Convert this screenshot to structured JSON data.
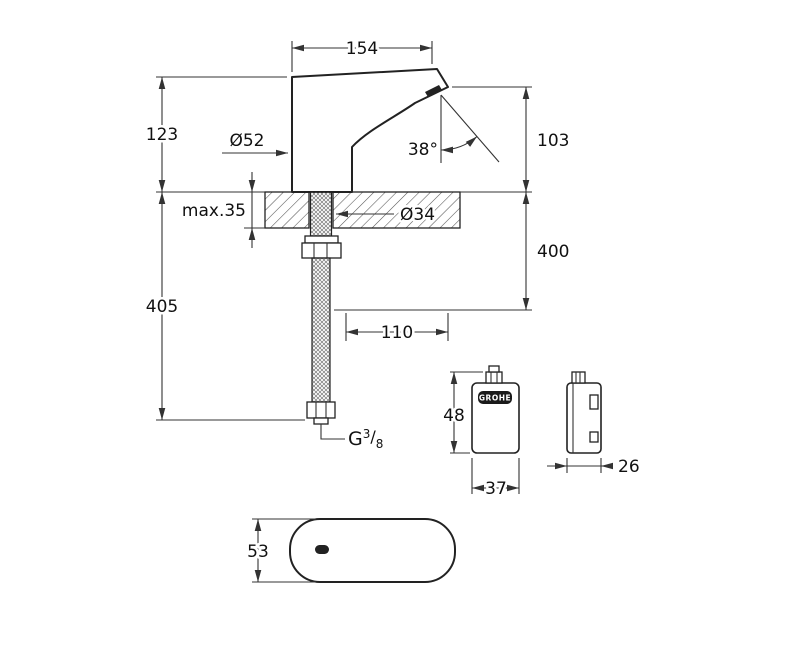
{
  "drawing": {
    "dims": {
      "spout_length": "154",
      "height_above_deck": "123",
      "base_diameter": "Ø52",
      "spray_angle": "38°",
      "outlet_height": "103",
      "deck_thickness_max": "max.35",
      "hole_diameter": "Ø34",
      "supply_length": "400",
      "below_deck_length": "405",
      "hose_offset": "110",
      "box_height": "48",
      "box_width": "37",
      "box_depth": "26",
      "plan_width": "53"
    },
    "thread": {
      "g": "G",
      "num": "3",
      "slash": "/",
      "den": "8"
    },
    "control_box_logo": "GROHE"
  }
}
